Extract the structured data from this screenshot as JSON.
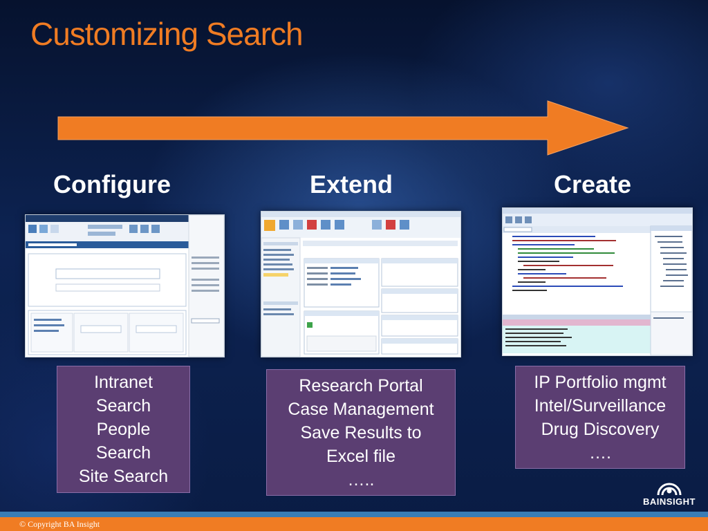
{
  "slide": {
    "title": "Customizing Search",
    "copyright": "© Copyright BA Insight",
    "logo_text": "BAINSIGHT"
  },
  "columns": [
    {
      "heading": "Configure",
      "screenshot": "sharepoint-search-results-page-screenshot",
      "items": [
        "Intranet",
        "Search",
        "People",
        "Search",
        "Site Search"
      ]
    },
    {
      "heading": "Extend",
      "screenshot": "sharepoint-designer-external-content-type-screenshot",
      "items": [
        "Research Portal",
        "Case Management",
        "Save Results to",
        "Excel file",
        "….."
      ]
    },
    {
      "heading": "Create",
      "screenshot": "visual-studio-code-editor-screenshot",
      "items": [
        "IP Portfolio mgmt",
        "Intel/Surveillance",
        "Drug Discovery",
        "…."
      ]
    }
  ],
  "colors": {
    "title": "#f07c23",
    "arrow": "#f07c23",
    "box": "#5b3e72",
    "footer_orange": "#f07c23",
    "footer_blue": "#3a7db5"
  }
}
